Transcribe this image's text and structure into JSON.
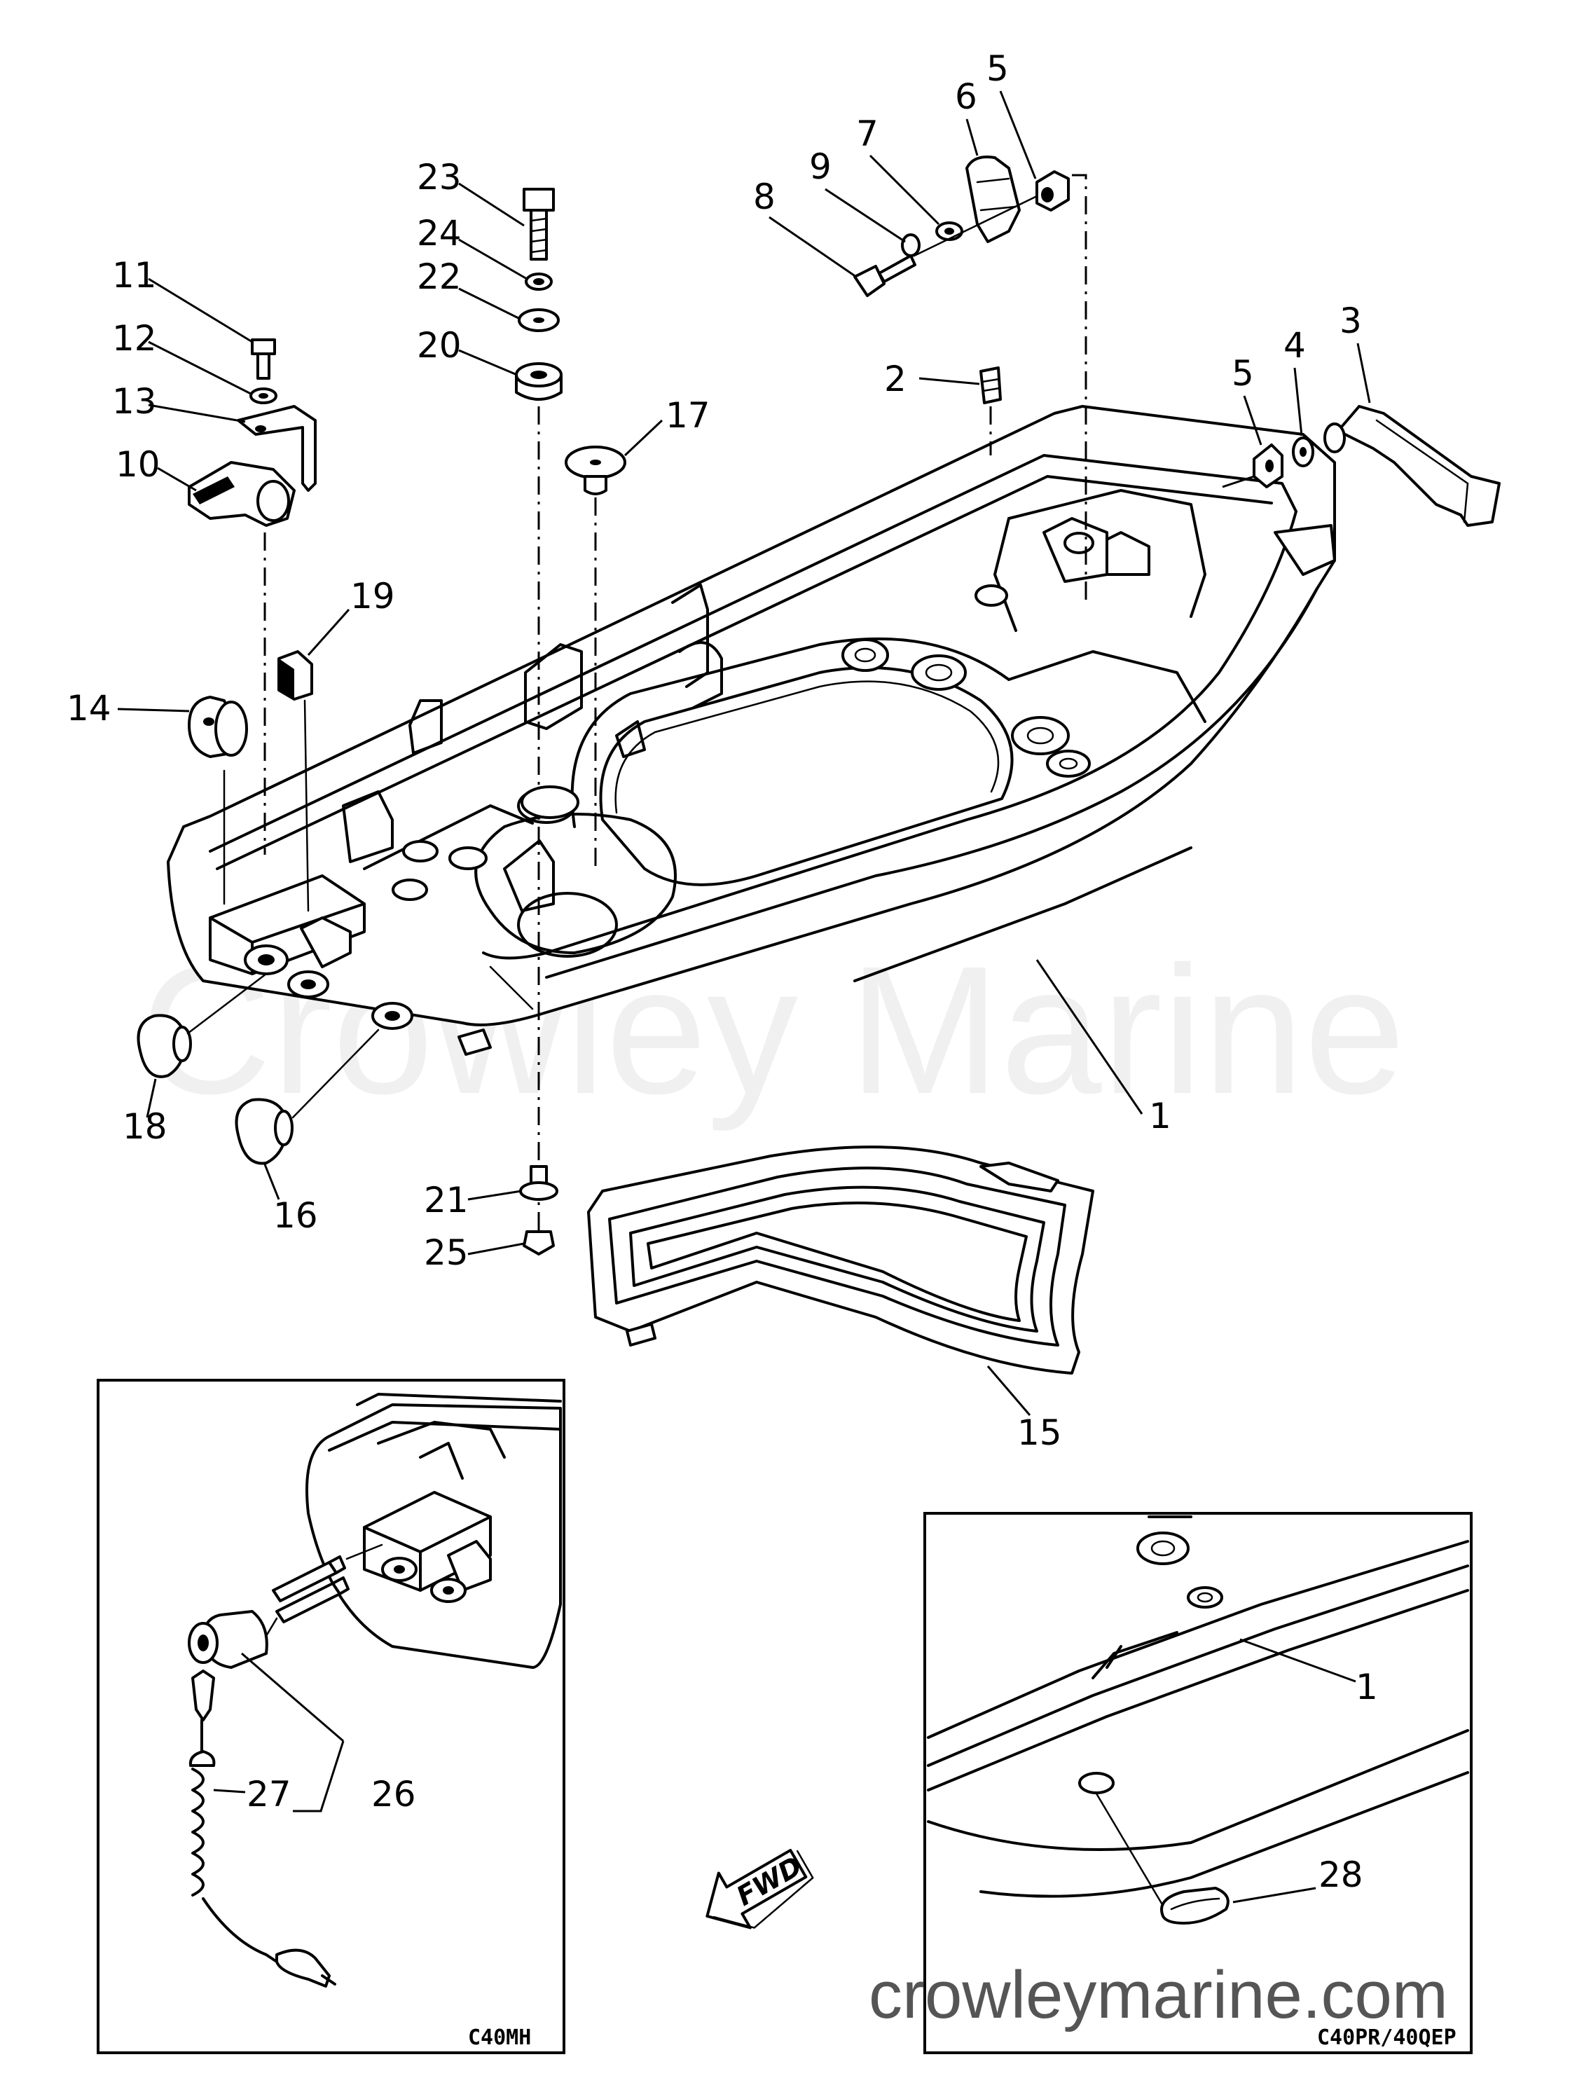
{
  "watermark": "Crowley Marine",
  "footer_url": "crowleymarine.com",
  "direction_label": "FWD",
  "inset_left_label": "C40MH",
  "inset_right_label": "C40PR/40QEP",
  "callouts": {
    "c1": "1",
    "c2": "2",
    "c3": "3",
    "c4": "4",
    "c5a": "5",
    "c5b": "5",
    "c6": "6",
    "c7": "7",
    "c8": "8",
    "c9": "9",
    "c10": "10",
    "c11": "11",
    "c12": "12",
    "c13": "13",
    "c14": "14",
    "c15": "15",
    "c16": "16",
    "c17": "17",
    "c18": "18",
    "c19": "19",
    "c20": "20",
    "c21": "21",
    "c22": "22",
    "c23": "23",
    "c24": "24",
    "c25": "25",
    "c26": "26",
    "c27": "27",
    "inset_c1": "1",
    "c28": "28"
  }
}
